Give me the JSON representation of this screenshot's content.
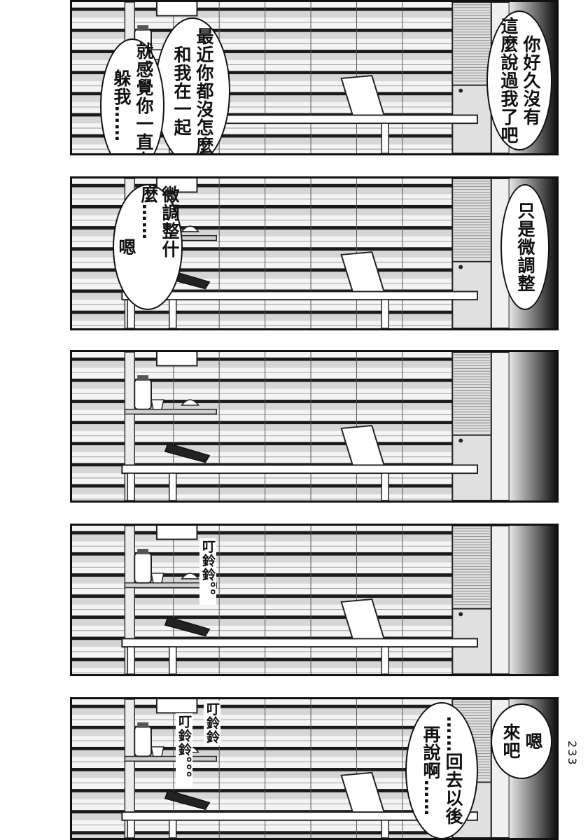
{
  "panels": [
    {
      "bubbles": [
        {
          "lines": [
            "你好久沒有",
            "這麼說過我了吧"
          ]
        },
        {
          "lines": [
            "最近你都沒怎麼",
            "和我在一起"
          ]
        },
        {
          "lines": [
            "就感覺你一直在",
            "躲我……"
          ]
        }
      ]
    },
    {
      "bubbles": [
        {
          "lines": [
            "只是微調整"
          ]
        },
        {
          "lines": [
            "微調整什麼……",
            "嗯"
          ]
        }
      ]
    },
    {
      "bubbles": []
    },
    {
      "sfx": [
        "叮鈴鈴。。"
      ]
    },
    {
      "sfx": [
        "叮鈴鈴",
        "叮鈴鈴。。。"
      ],
      "bubbles": [
        {
          "lines": [
            "嗯",
            "來吧"
          ]
        },
        {
          "lines": [
            "……回去以後",
            "再說啊……"
          ]
        }
      ]
    }
  ],
  "page_number": "233"
}
